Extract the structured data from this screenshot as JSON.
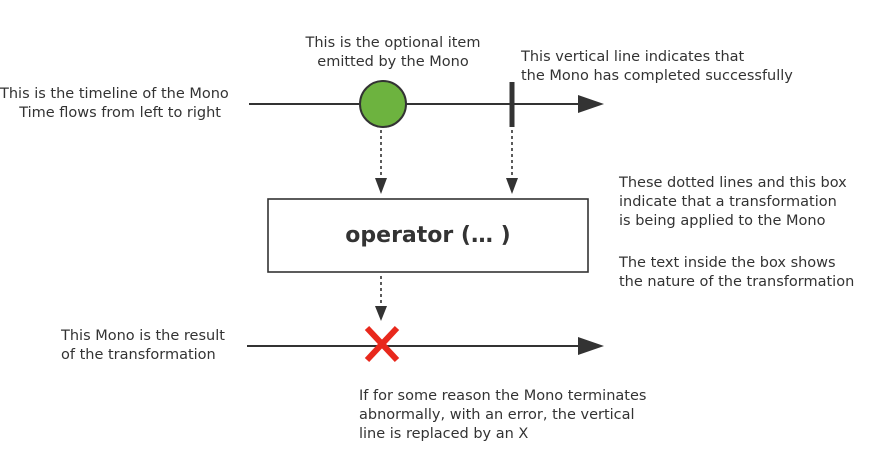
{
  "labels": {
    "timeline_note": [
      "This is the timeline of the Mono",
      "Time flows from left to right"
    ],
    "item_note": [
      "This is the optional item",
      "emitted by the Mono"
    ],
    "completion_note": [
      "This vertical line indicates that",
      "the Mono has completed successfully"
    ],
    "transform_note": [
      "These dotted lines and this box",
      "indicate that a transformation",
      "is being applied to the Mono"
    ],
    "box_text_note": [
      "The text inside the box shows",
      "the nature of the transformation"
    ],
    "result_note": [
      "This Mono is the result",
      "of the transformation"
    ],
    "error_note": [
      "If for some reason the Mono terminates",
      "abnormally, with an error, the vertical",
      "line is replaced by an X"
    ],
    "operator": "operator (… )"
  },
  "colors": {
    "line": "#333333",
    "item": "#6db33f",
    "error": "#e8281c"
  }
}
